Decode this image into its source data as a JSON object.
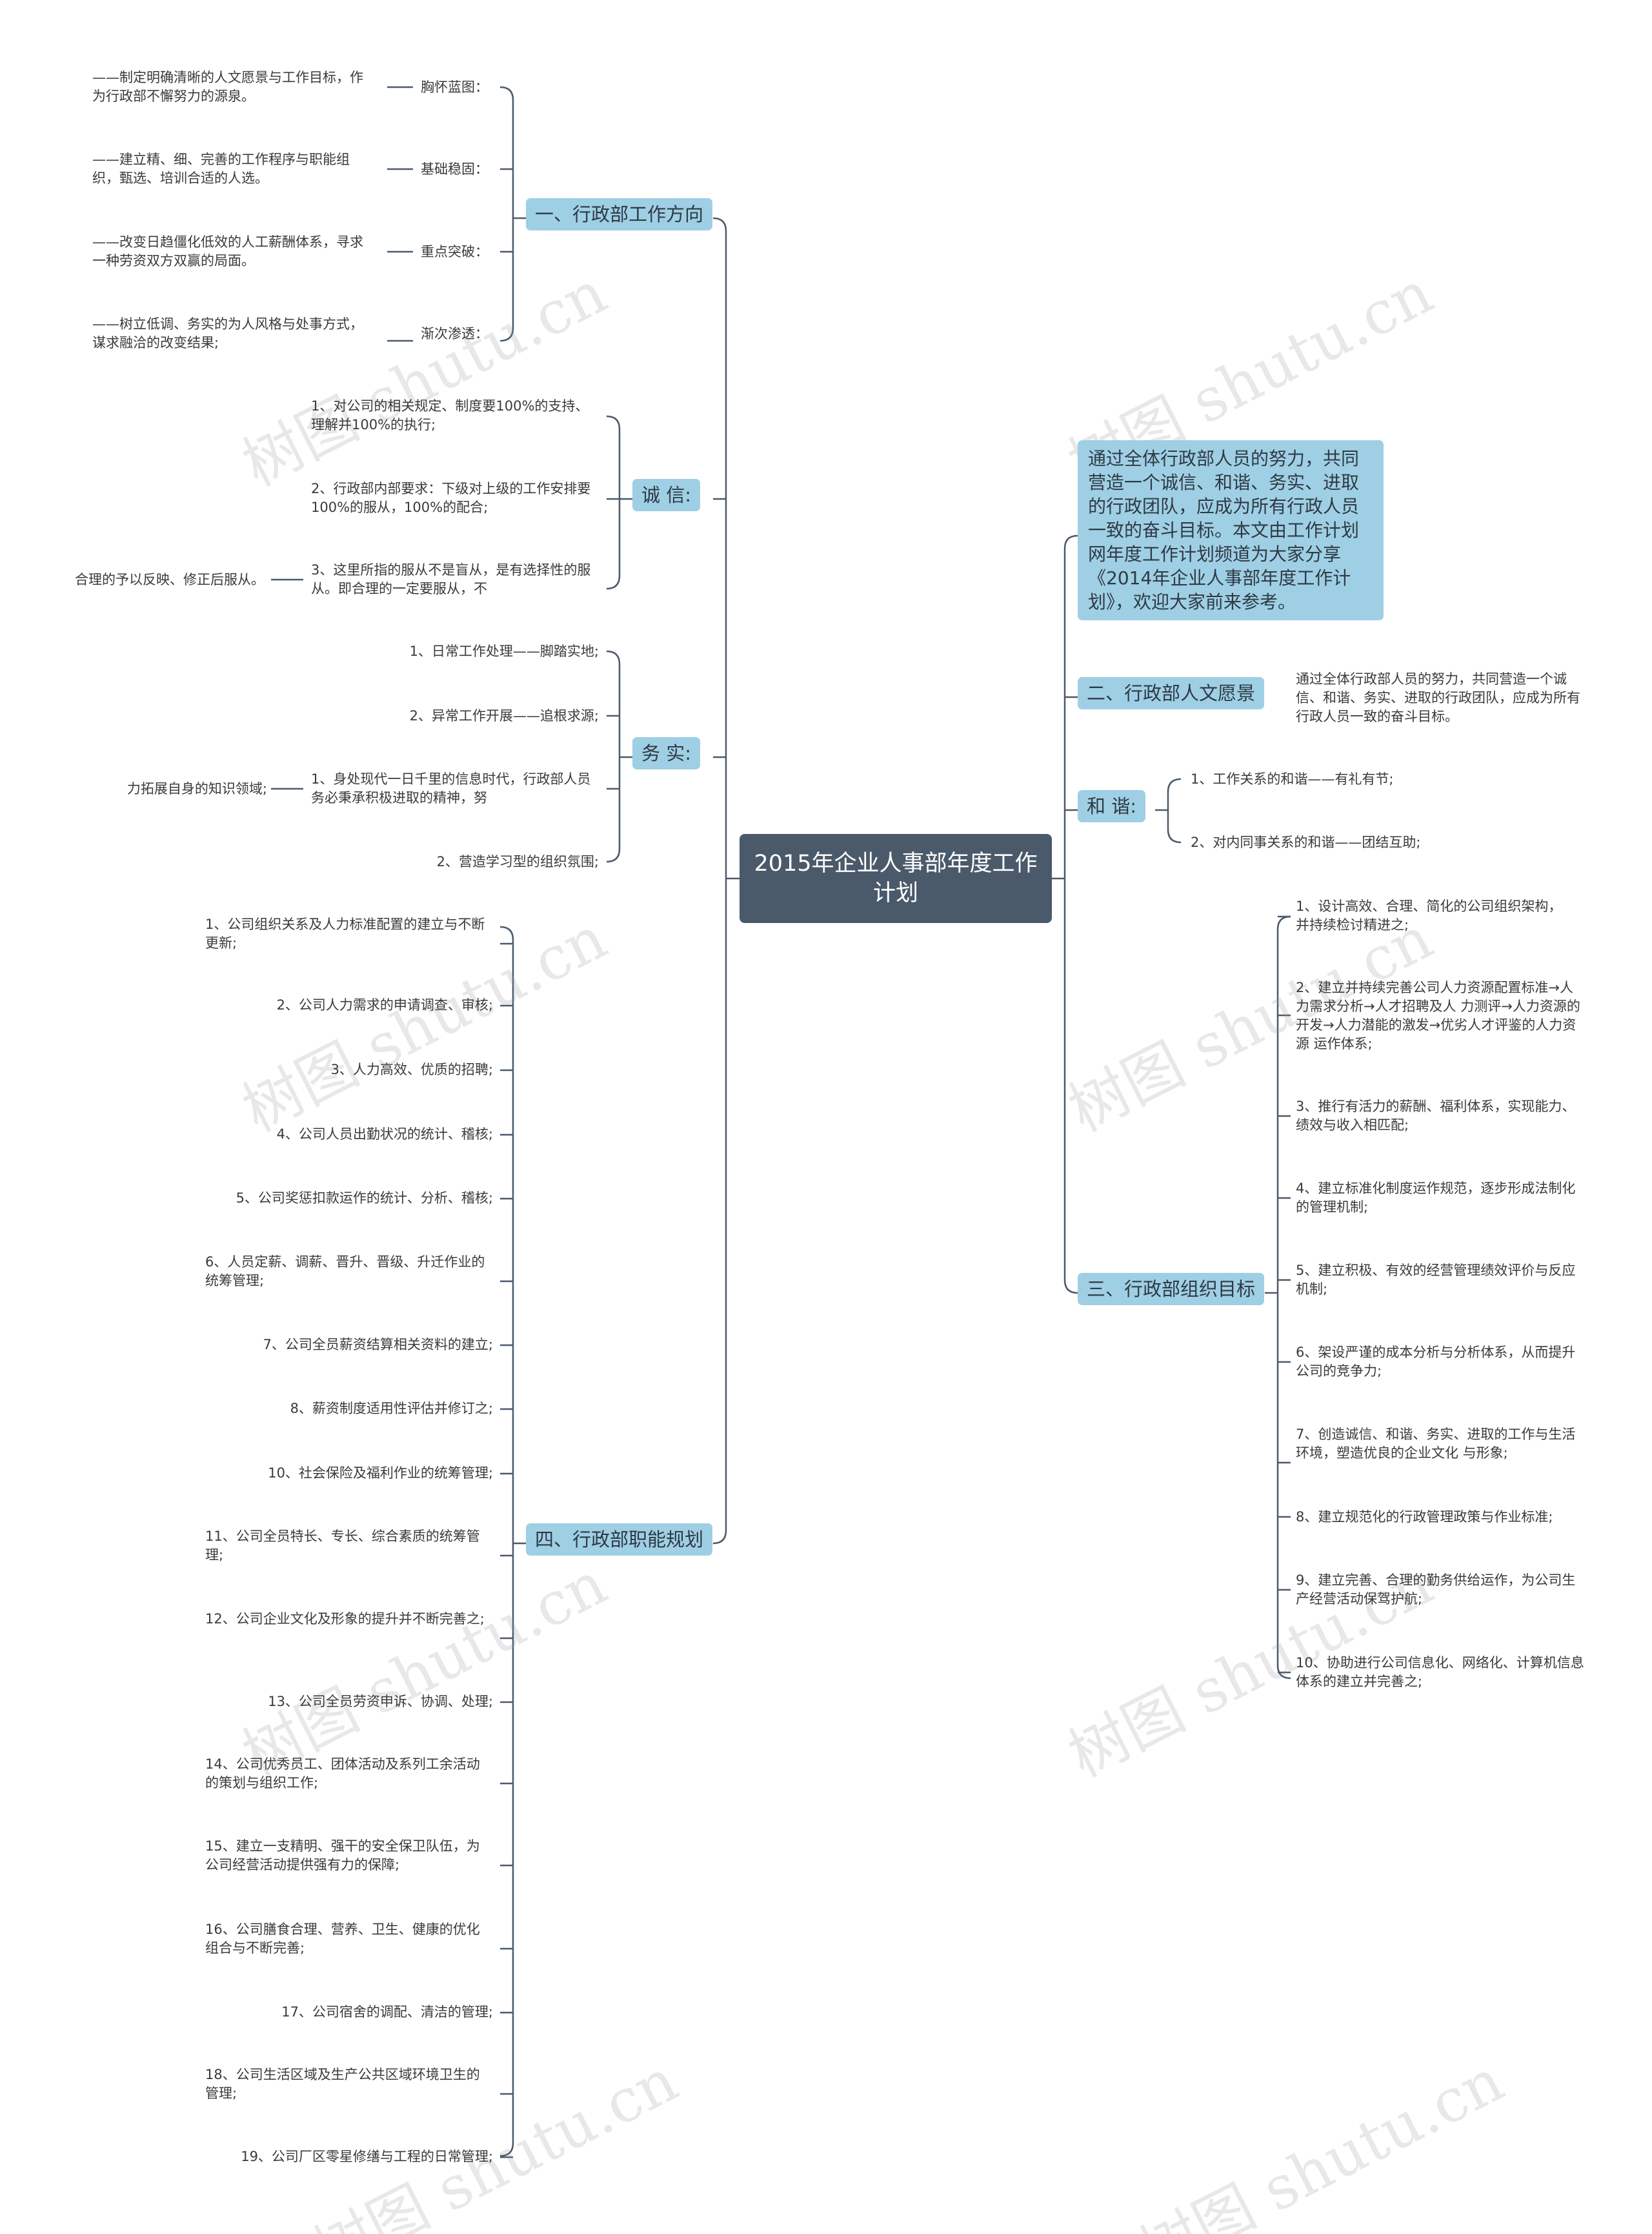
{
  "root": "2015年企业人事部年度工作计划",
  "intro": "通过全体行政部人员的努力，共同营造一个诚信、和谐、务实、进取的行政团队，应成为所有行政人员一致的奋斗目标。本文由工作计划网年度工作计划频道为大家分享《2014年企业人事部年度工作计划》，欢迎大家前来参考。",
  "left": {
    "direction": {
      "title": "一、行政部工作方向",
      "items": [
        {
          "label": "胸怀蓝图：",
          "text": "——制定明确清晰的人文愿景与工作目标，作为行政部不懈努力的源泉。"
        },
        {
          "label": "基础稳固：",
          "text": "——建立精、细、完善的工作程序与职能组织，甄选、培训合适的人选。"
        },
        {
          "label": "重点突破：",
          "text": "——改变日趋僵化低效的人工薪酬体系，寻求一种劳资双方双赢的局面。"
        },
        {
          "label": "渐次渗透：",
          "text": "——树立低调、务实的为人风格与处事方式，谋求融洽的改变结果;"
        }
      ]
    },
    "integrity": {
      "title": "诚 信:",
      "items": [
        "1、对公司的相关规定、制度要100%的支持、理解并100%的执行;",
        "2、行政部内部要求：下级对上级的工作安排要100%的服从，100%的配合;",
        "3、这里所指的服从不是盲从，是有选择性的服从。即合理的一定要服从，不"
      ],
      "sub": "合理的予以反映、修正后服从。"
    },
    "practical": {
      "title": "务 实:",
      "items": [
        "1、日常工作处理——脚踏实地;",
        "2、异常工作开展——追根求源;",
        "1、身处现代一日千里的信息时代，行政部人员务必秉承积极进取的精神，努",
        "2、营造学习型的组织氛围;"
      ],
      "sub": "力拓展自身的知识领域;"
    },
    "functions": {
      "title": "四、行政部职能规划",
      "items": [
        "1、公司组织关系及人力标准配置的建立与不断更新;",
        "2、公司人力需求的申请调查、审核;",
        "3、人力高效、优质的招聘;",
        "4、公司人员出勤状况的统计、稽核;",
        "5、公司奖惩扣款运作的统计、分析、稽核;",
        "6、人员定薪、调薪、晋升、晋级、升迁作业的统筹管理;",
        "7、公司全员薪资结算相关资料的建立;",
        "8、薪资制度适用性评估并修订之;",
        "10、社会保险及福利作业的统筹管理;",
        "11、公司全员特长、专长、综合素质的统筹管理;",
        "12、公司企业文化及形象的提升并不断完善之;",
        "13、公司全员劳资申诉、协调、处理;",
        "14、公司优秀员工、团体活动及系列工余活动的策划与组织工作;",
        "15、建立一支精明、强干的安全保卫队伍，为公司经营活动提供强有力的保障;",
        "16、公司膳食合理、营养、卫生、健康的优化组合与不断完善;",
        "17、公司宿舍的调配、清洁的管理;",
        "18、公司生活区域及生产公共区域环境卫生的管理;",
        "19、公司厂区零星修缮与工程的日常管理;"
      ]
    }
  },
  "right": {
    "vision": {
      "title": "二、行政部人文愿景",
      "text": "通过全体行政部人员的努力，共同营造一个诚信、和谐、务实、进取的行政团队，应成为所有行政人员一致的奋斗目标。"
    },
    "harmony": {
      "title": "和 谐:",
      "items": [
        "1、工作关系的和谐——有礼有节;",
        "2、对内同事关系的和谐——团结互助;"
      ]
    },
    "goals": {
      "title": "三、行政部组织目标",
      "items": [
        "1、设计高效、合理、简化的公司组织架构，并持续检讨精进之;",
        "2、建立并持续完善公司人力资源配置标准→人力需求分析→人才招聘及人 力测评→人力资源的开发→人力潜能的激发→优劣人才评鉴的人力资源 运作体系;",
        "3、推行有活力的薪酬、福利体系，实现能力、绩效与收入相匹配;",
        "4、建立标准化制度运作规范，逐步形成法制化的管理机制;",
        "5、建立积极、有效的经营管理绩效评价与反应机制;",
        "6、架设严谨的成本分析与分析体系，从而提升公司的竞争力;",
        "7、创造诚信、和谐、务实、进取的工作与生活环境，塑造优良的企业文化 与形象;",
        "8、建立规范化的行政管理政策与作业标准;",
        "9、建立完善、合理的勤务供给运作，为公司生产经营活动保驾护航;",
        "10、协助进行公司信息化、网络化、计算机信息体系的建立并完善之;"
      ]
    }
  },
  "watermark": "树图 shutu.cn",
  "colors": {
    "root": "#4a5a6b",
    "branch": "#9fcfe4",
    "line": "#4a5a6b"
  }
}
